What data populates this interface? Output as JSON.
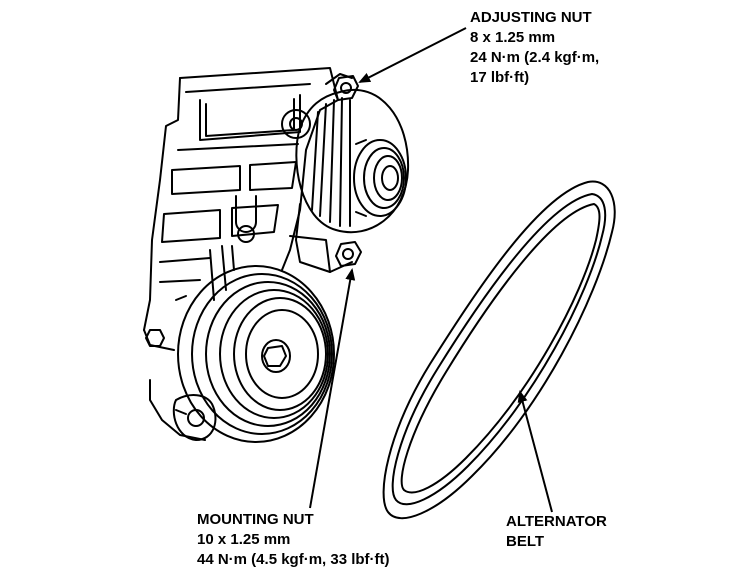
{
  "callouts": {
    "adjusting_nut": {
      "title": "ADJUSTING NUT",
      "size": "8 x 1.25 mm",
      "torque_line1": "24 N·m (2.4 kgf·m,",
      "torque_line2": "17 lbf·ft)"
    },
    "mounting_nut": {
      "title": "MOUNTING NUT",
      "size": "10 x 1.25 mm",
      "torque": "44 N·m (4.5 kgf·m, 33 lbf·ft)"
    },
    "alternator_belt": {
      "line1": "ALTERNATOR",
      "line2": "BELT"
    }
  },
  "colors": {
    "ink": "#000000",
    "paper": "#ffffff"
  }
}
